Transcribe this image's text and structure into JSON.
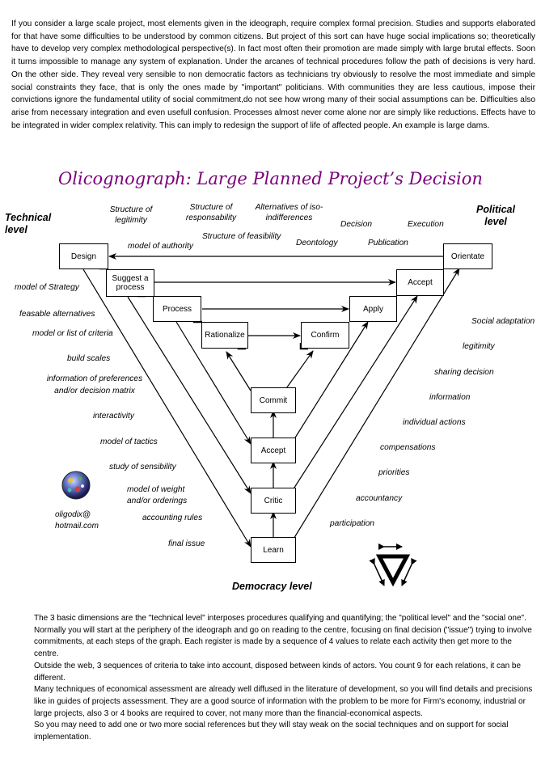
{
  "intro_text": "If you consider a large scale project, most elements given in the ideograph, require complex formal precision. Studies and supports elaborated for that have some difficulties to be understood by common citizens. But project of this sort can have huge social implications so; theoretically have to develop very complex methodological perspective(s). In fact most often their promotion are made simply with large brutal effects. Soon it turns impossible to manage any system of explanation. Under the arcanes of technical procedures follow the path of decisions is very hard. On the other side. They reveal very sensible to non democratic factors as technicians try obviously to resolve the most immediate and simple social constraints they face, that is only the ones made by \"important\" politicians. With communities they are less cautious, impose their convictions ignore the fundamental utility of social commitment,do not see how wrong many of their social assumptions can be. Difficulties also arise from necessary integration and even usefull confusion. Processes almost never come alone nor are simply like reductions. Effects have to be integrated in wider complex relativity. This can imply to redesign the support of life of affected people. An example is large dams.",
  "title": "Olicognograph: Large Planned Project’s Decision",
  "levels": {
    "technical": "Technical level",
    "political": "Political level",
    "democracy": "Democracy level"
  },
  "top_labels": {
    "structure_legitimity": "Structure of legitimity",
    "structure_responsability": "Structure of responsability",
    "alternatives": "Alternatives of iso-indifferences",
    "structure_feasibility": "Structure of feasibility",
    "model_authority": "model of authority",
    "deontology": "Deontology",
    "decision": "Decision",
    "publication": "Publication",
    "execution": "Execution"
  },
  "boxes": {
    "design": "Design",
    "orientate": "Orientate",
    "suggest": "Suggest a process",
    "accept_top": "Accept",
    "process": "Process",
    "apply": "Apply",
    "rationalize": "Rationalize",
    "confirm": "Confirm",
    "commit": "Commit",
    "accept_bottom": "Accept",
    "critic": "Critic",
    "learn": "Learn"
  },
  "left_labels": [
    "model of Strategy",
    "feasable alternatives",
    "model or list of criteria",
    "build scales",
    "information of preferences and/or decision matrix",
    "interactivity",
    "model of tactics",
    "study of sensibility",
    "model of weight and/or orderings",
    "accounting rules",
    "final issue"
  ],
  "right_labels": [
    "Social adaptation",
    "legitimity",
    "sharing decision",
    "information",
    "individual actions",
    "compensations",
    "priorities",
    "accountancy",
    "participation"
  ],
  "email": "oligodix@ hotmail.com",
  "outro_paragraphs": [
    "The 3 basic dimensions are the \"technical level\" interposes procedures qualifying and quantifying; the \"political level\" and the \"social one\". Normally you will start at the periphery of the ideograph and go on reading to the centre, focusing on final decision (\"issue\") trying to involve commitments, at each steps of the graph. Each register is made by a sequence of 4 values to relate each activity then get more to the centre.",
    "Outside the web, 3 sequences of criteria to take into account, disposed between kinds of actors. You count 9 for each relations, it can be different.",
    "Many techniques of economical assessment are already well diffused in the literature of development, so you will find details and precisions like in guides of projects assessment. They are a good source of information with the problem to be more for Firm's economy, industrial or large projects, also 3 or 4 books are required to cover, not many more than the financial-economical aspects.",
    "So you may need to add one or two more social references but they will stay weak on the social techniques and on support for social implementation."
  ],
  "colors": {
    "title": "#7a007a"
  }
}
